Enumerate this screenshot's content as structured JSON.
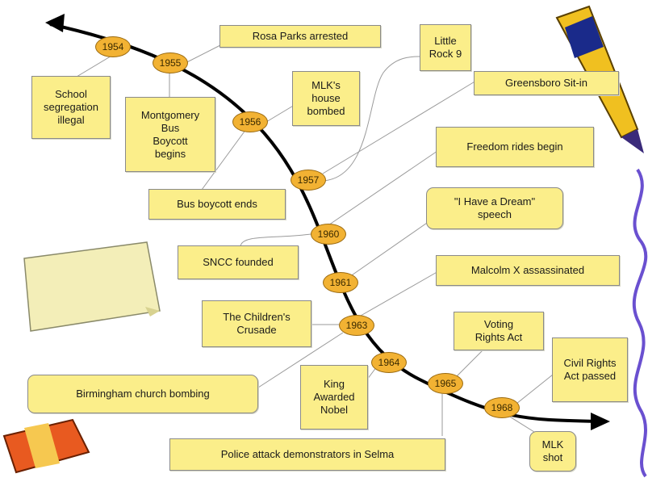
{
  "diagram": {
    "years": {
      "y1954": "1954",
      "y1955": "1955",
      "y1956": "1956",
      "y1957": "1957",
      "y1960": "1960",
      "y1961": "1961",
      "y1963": "1963",
      "y1964": "1964",
      "y1965": "1965",
      "y1968": "1968"
    },
    "events": {
      "school_segregation": "School\nsegregation\nillegal",
      "rosa_parks": "Rosa Parks arrested",
      "montgomery_boycott": "Montgomery\nBus\nBoycott\nbegins",
      "mlk_house": "MLK's\nhouse\nbombed",
      "little_rock": "Little\nRock 9",
      "greensboro": "Greensboro Sit-in",
      "freedom_rides": "Freedom rides begin",
      "bus_boycott_ends": "Bus boycott ends",
      "i_have_a_dream": "\"I Have a Dream\"\nspeech",
      "sncc": "SNCC founded",
      "malcolm_x": "Malcolm X assassinated",
      "childrens_crusade": "The Children's\nCrusade",
      "voting_rights": "Voting\nRights Act",
      "civil_rights_act": "Civil Rights\nAct passed",
      "birmingham": "Birmingham church bombing",
      "king_nobel": "King\nAwarded\nNobel",
      "selma": "Police attack demonstrators in Selma",
      "mlk_shot": "MLK\nshot"
    },
    "colors": {
      "box_fill": "#fbee8a",
      "year_fill": "#f2b233",
      "timeline": "#000000"
    }
  }
}
